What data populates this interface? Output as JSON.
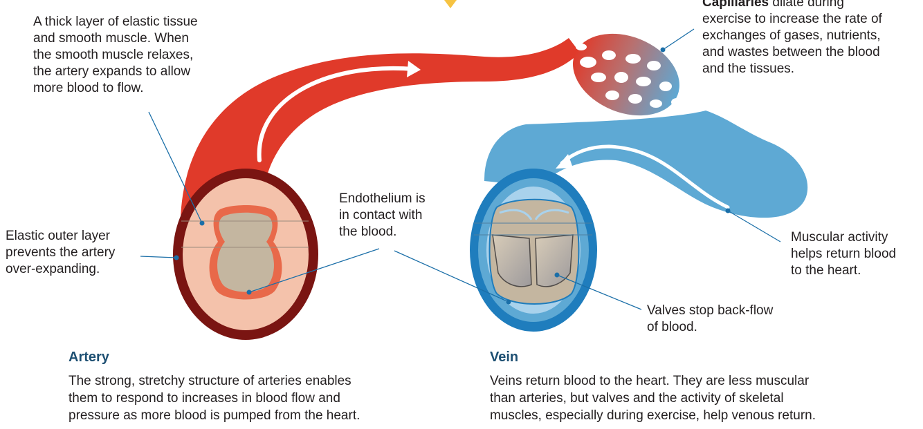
{
  "labels": {
    "artery_wall": [
      "A thick layer of elastic tissue",
      "and smooth muscle. When",
      "the smooth muscle relaxes,",
      "the artery expands to allow",
      "more blood to flow."
    ],
    "elastic_outer": [
      "Elastic outer layer",
      "prevents the artery",
      "over-expanding."
    ],
    "endothelium": [
      "Endothelium is",
      "in contact with",
      "the blood."
    ],
    "capillaries_bold": "Capillaries",
    "capillaries_first_rest": " dilate during",
    "capillaries_rest": [
      "exercise to increase the rate of",
      "exchanges of gases, nutrients,",
      "and wastes between the blood",
      "and the tissues."
    ],
    "muscular": [
      "Muscular activity",
      "helps return blood",
      "to the heart."
    ],
    "valves": [
      "Valves stop back-flow",
      "of blood."
    ]
  },
  "artery": {
    "title": "Artery",
    "description": [
      "The strong, stretchy structure of arteries enables",
      "them to respond to increases in blood flow and",
      "pressure as more blood is pumped from the heart."
    ]
  },
  "vein": {
    "title": "Vein",
    "description": [
      "Veins return blood to the heart. They are less muscular",
      "than arteries, but valves and the activity of skeletal",
      "muscles, especially during exercise, help venous return."
    ]
  },
  "colors": {
    "artery_red": "#e03a2a",
    "artery_dark": "#7a1512",
    "artery_pale": "#f4c2ab",
    "artery_muscle": "#e8694a",
    "lumen": "#c4b6a0",
    "vein_blue": "#5ea9d4",
    "vein_dark": "#1f7dbd",
    "vein_light": "#a9d2ec",
    "leader": "#1b6fa8",
    "heading": "#1d4f72"
  }
}
